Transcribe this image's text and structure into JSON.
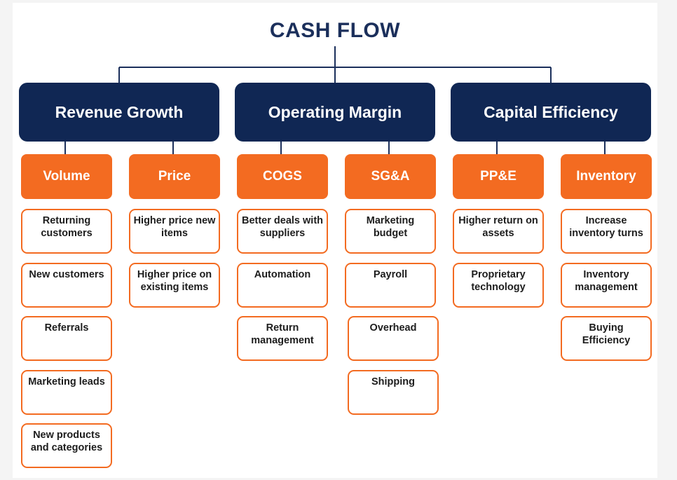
{
  "title": "CASH FLOW",
  "colors": {
    "navy": "#102754",
    "orange": "#f36b21",
    "title": "#1b2f5b"
  },
  "categories": [
    {
      "label": "Revenue Growth",
      "groups": [
        {
          "label": "Volume",
          "items": [
            "Returning customers",
            "New customers",
            "Referrals",
            "Marketing leads",
            "New products and categories"
          ]
        },
        {
          "label": "Price",
          "items": [
            "Higher price new items",
            "Higher price on existing items"
          ]
        }
      ]
    },
    {
      "label": "Operating Margin",
      "groups": [
        {
          "label": "COGS",
          "items": [
            "Better deals with suppliers",
            "Automation",
            "Return management"
          ]
        },
        {
          "label": "SG&A",
          "items": [
            "Marketing budget",
            "Payroll",
            "Overhead",
            "Shipping"
          ]
        }
      ]
    },
    {
      "label": "Capital Efficiency",
      "groups": [
        {
          "label": "PP&E",
          "items": [
            "Higher return on assets",
            "Proprietary technology"
          ]
        },
        {
          "label": "Inventory",
          "items": [
            "Increase inventory turns",
            "Inventory management",
            "Buying Efficiency"
          ]
        }
      ]
    }
  ]
}
